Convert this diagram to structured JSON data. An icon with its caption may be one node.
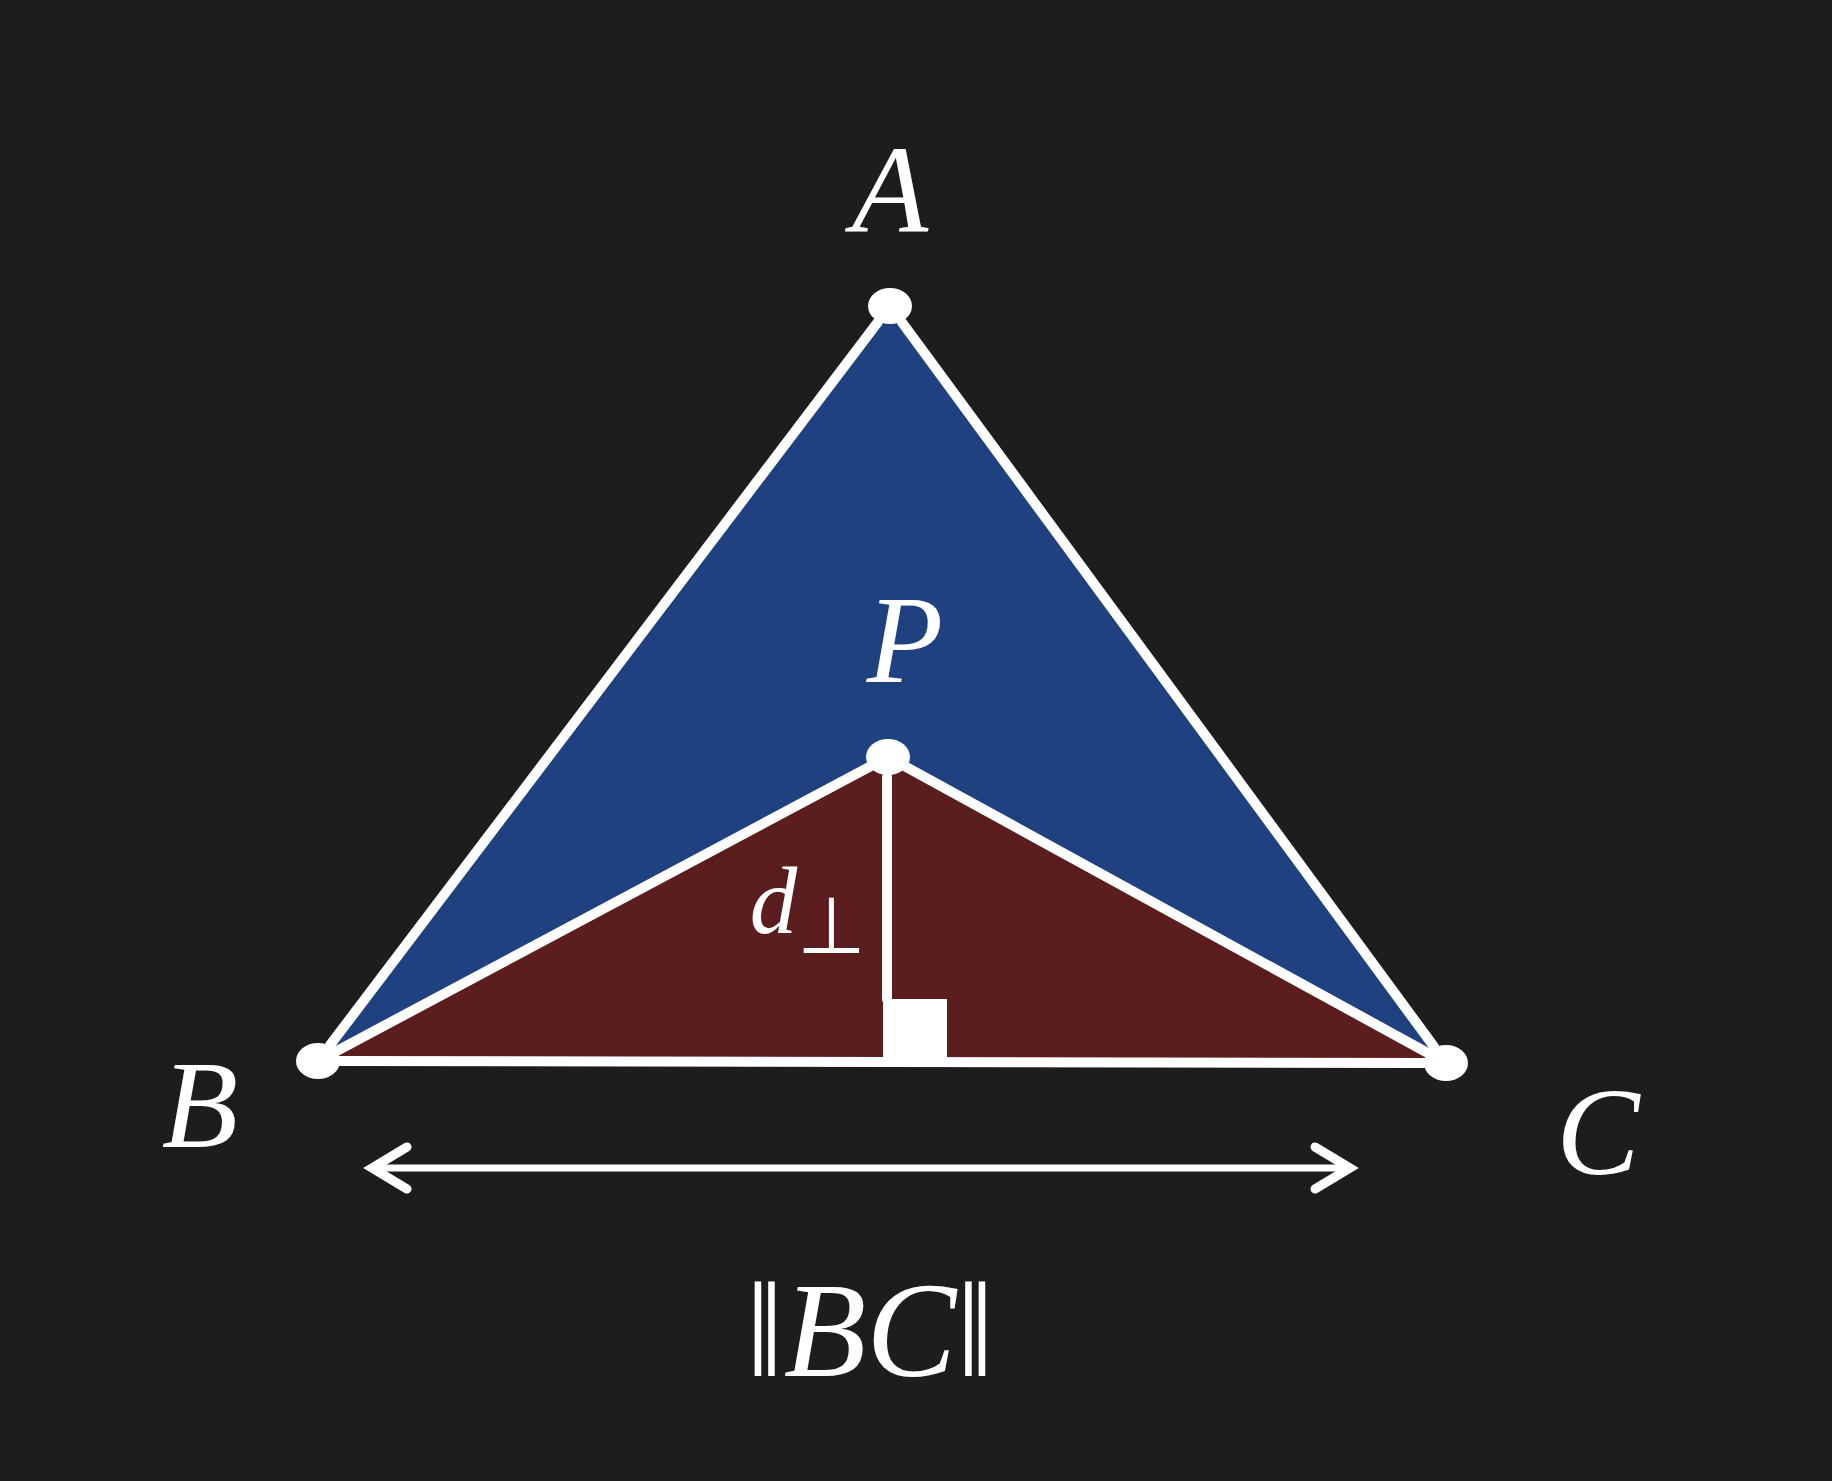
{
  "diagram": {
    "nodes": [
      {
        "text": [],
        "shape": "circle",
        "beside": [
          "A"
        ]
      },
      {
        "text": [],
        "shape": "circle",
        "beside": [
          "P"
        ]
      },
      {
        "text": [],
        "shape": "circle",
        "beside": [
          "B"
        ]
      },
      {
        "text": [],
        "shape": "circle",
        "beside": [
          "C"
        ]
      },
      {
        "text": [],
        "shape": "box"
      }
    ],
    "edges": [
      {
        "from": 0,
        "to": 2,
        "arrow": "none"
      },
      {
        "from": 0,
        "to": 3,
        "arrow": "none"
      },
      {
        "from": 2,
        "to": 3,
        "arrow": "none"
      },
      {
        "from": 1,
        "to": 2,
        "arrow": "none"
      },
      {
        "from": 1,
        "to": 3,
        "arrow": "none"
      },
      {
        "from": 1,
        "to": 4,
        "arrow": "none"
      }
    ],
    "labels": [
      "d$_{⊥}$",
      "‖BC‖"
    ]
  }
}
